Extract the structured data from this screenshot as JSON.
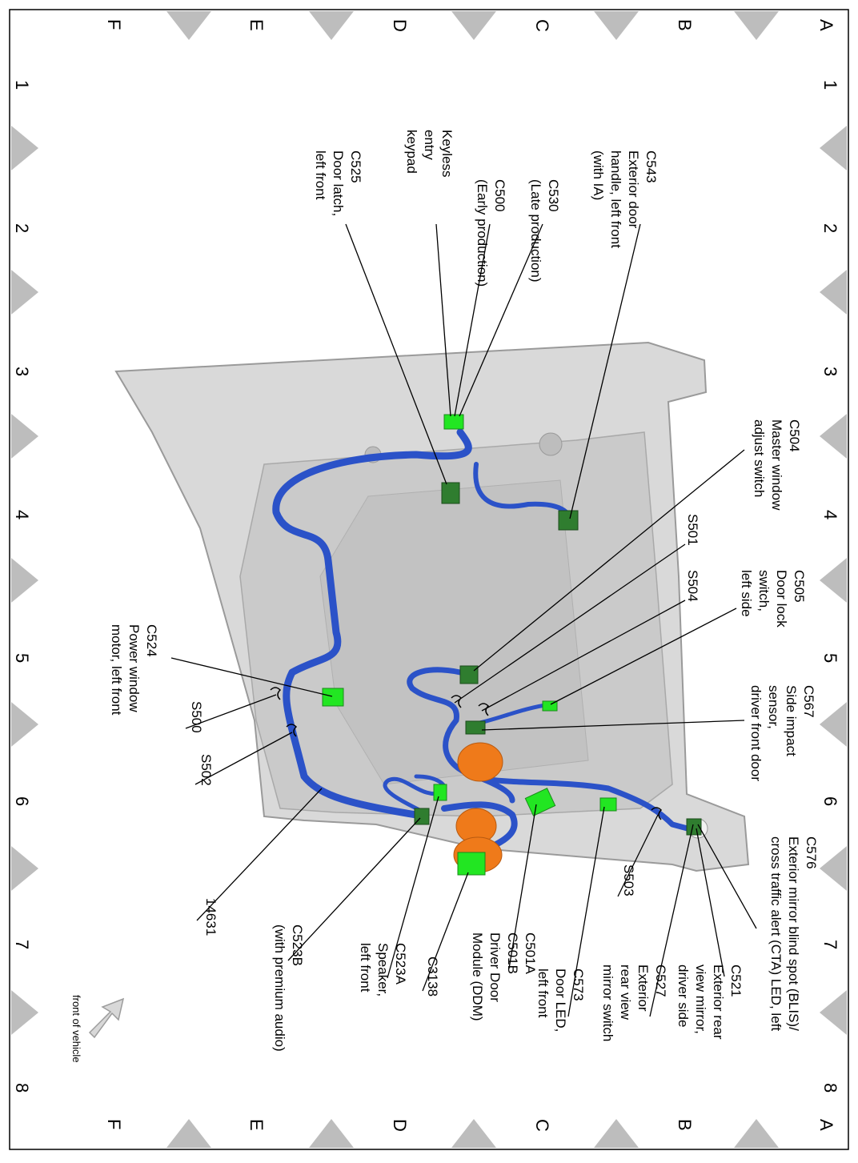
{
  "grid": {
    "rows": [
      "A",
      "B",
      "C",
      "D",
      "E",
      "F"
    ],
    "columns": [
      "1",
      "2",
      "3",
      "4",
      "5",
      "6",
      "7",
      "8"
    ]
  },
  "colors": {
    "harness": "#2b52c8",
    "connector": "#22e622",
    "connector_dark": "#2f7d2f",
    "orange": "#ef7a1a",
    "door_panel": "#d6d6d6",
    "marker": "#bdbdbd",
    "line": "#000000"
  },
  "labels": [
    {
      "id": "c543",
      "lines": [
        "C543",
        "Exterior door",
        "handle, left front",
        "(with IA)"
      ]
    },
    {
      "id": "c530",
      "lines": [
        "C530",
        "(Late production)"
      ]
    },
    {
      "id": "c500",
      "lines": [
        "C500",
        "(Early production)"
      ]
    },
    {
      "id": "keypad",
      "lines": [
        "Keyless",
        "entry",
        "keypad"
      ]
    },
    {
      "id": "c525",
      "lines": [
        "C525",
        "Door latch,",
        "left front"
      ]
    },
    {
      "id": "c504",
      "lines": [
        "C504",
        "Master window",
        "adjust switch"
      ]
    },
    {
      "id": "s501",
      "lines": [
        "S501"
      ]
    },
    {
      "id": "s504",
      "lines": [
        "S504"
      ]
    },
    {
      "id": "c505",
      "lines": [
        "C505",
        "Door lock",
        "switch,",
        "left side"
      ]
    },
    {
      "id": "c567",
      "lines": [
        "C567",
        "Side impact",
        "sensor,",
        "driver front door"
      ]
    },
    {
      "id": "c576",
      "lines": [
        "C576",
        "Exterior mirror blind spot (BLIS)/",
        "cross traffic alert (CTA) LED, left"
      ]
    },
    {
      "id": "c521",
      "lines": [
        "C521",
        "Exterior rear",
        "view mirror,",
        "driver side"
      ]
    },
    {
      "id": "c527",
      "lines": [
        "C527",
        "Exterior",
        "rear view",
        "mirror switch"
      ]
    },
    {
      "id": "s503",
      "lines": [
        "S503"
      ]
    },
    {
      "id": "c573",
      "lines": [
        "C573",
        "Door LED,",
        "left front"
      ]
    },
    {
      "id": "c501",
      "lines": [
        "C501A",
        "C501B",
        "Driver Door",
        "Module (DDM)"
      ]
    },
    {
      "id": "c3138",
      "lines": [
        "C3138"
      ]
    },
    {
      "id": "c523a",
      "lines": [
        "C523A",
        "Speaker,",
        "left front"
      ]
    },
    {
      "id": "c523b",
      "lines": [
        "C523B",
        "(with premium audio)"
      ]
    },
    {
      "id": "h14631",
      "lines": [
        "14631"
      ]
    },
    {
      "id": "c524",
      "lines": [
        "C524",
        "Power window",
        "motor, left front"
      ]
    },
    {
      "id": "s500",
      "lines": [
        "S500"
      ]
    },
    {
      "id": "s502",
      "lines": [
        "S502"
      ]
    }
  ],
  "front_note": "front of vehicle"
}
